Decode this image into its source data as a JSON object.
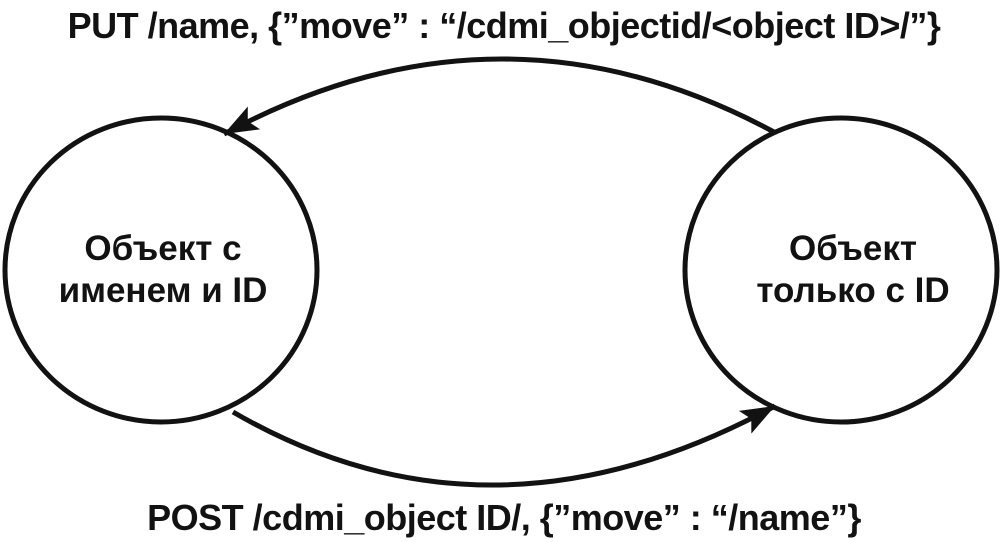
{
  "diagram": {
    "title_hint": "CDMI object rename/move state diagram",
    "top_label": "PUT /name, {”move” : “/cdmi_objectid/<object ID>/”}",
    "bottom_label": "POST /cdmi_object ID/, {”move” : “/name”}",
    "left_node": {
      "line1": "Объект с",
      "line2": "именем и ID"
    },
    "right_node": {
      "line1": "Объект",
      "line2": "только с ID"
    },
    "colors": {
      "stroke": "#121212",
      "background": "#ffffff",
      "text": "#121212"
    }
  }
}
